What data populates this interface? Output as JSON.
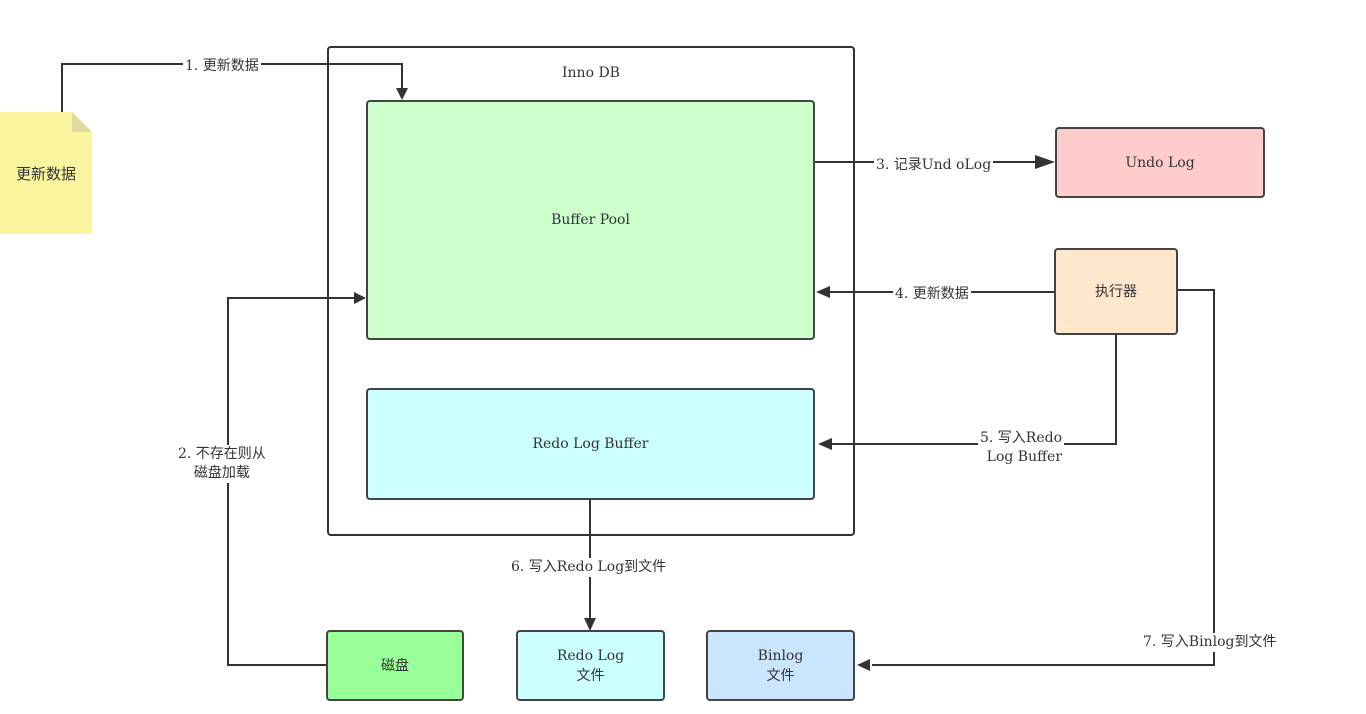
{
  "colors": {
    "line": "#333333",
    "buffer_pool": "#ccffcc",
    "redo_log_buffer": "#ccffff",
    "undo_log": "#ffcccc",
    "executor": "#ffe6cc",
    "disk": "#99ff99",
    "redo_log_file": "#ccffff",
    "binlog_file": "#cce5ff",
    "note": "#fbf59f"
  },
  "note": {
    "text": "更新数据"
  },
  "nodes": {
    "innodb": "Inno DB",
    "buffer_pool": "Buffer Pool",
    "redo_log_buffer": "Redo Log Buffer",
    "undo_log": "Undo Log",
    "executor": "执行器",
    "disk": "磁盘",
    "redo_log_file": "Redo Log\n文件",
    "binlog_file": "Binlog\n文件"
  },
  "edges": {
    "e1": "1. 更新数据",
    "e2": "2. 不存在则从\n磁盘加载",
    "e3": "3. 记录Und oLog",
    "e4": "4. 更新数据",
    "e5": "5. 写入Redo\nLog Buffer",
    "e6": "6. 写入Redo Log到文件",
    "e7": "7. 写入Binlog到文件"
  }
}
